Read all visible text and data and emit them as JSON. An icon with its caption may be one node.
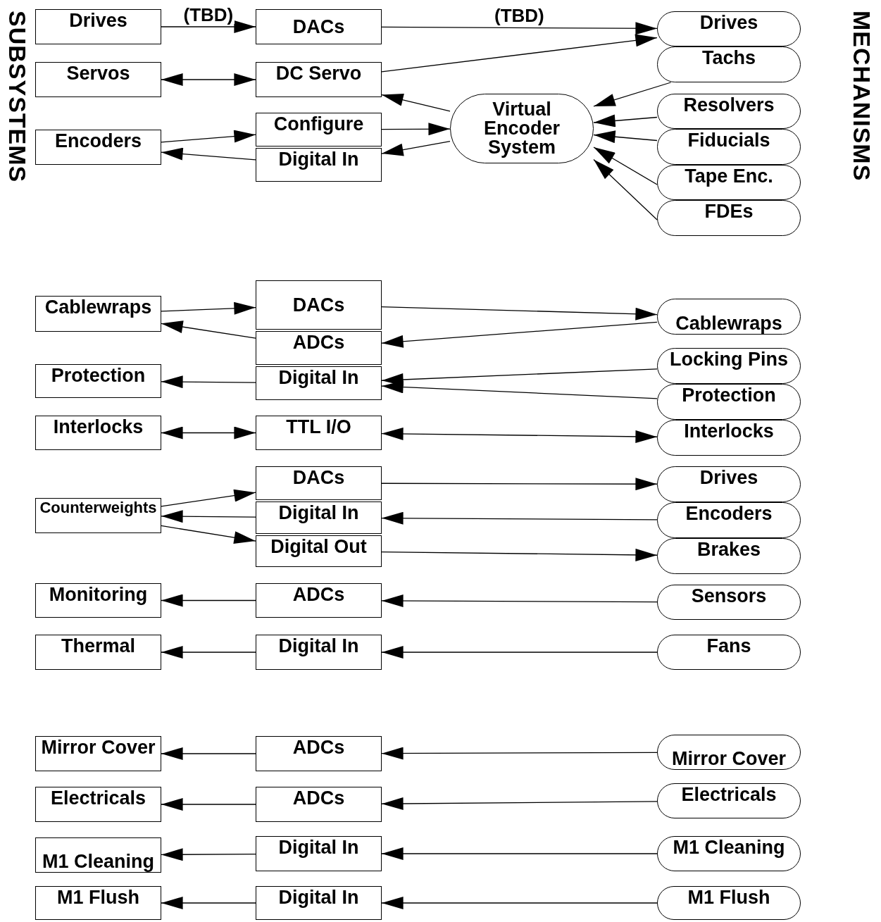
{
  "diagram": {
    "nodes": [
      {
        "text": [
          "Drives"
        ]
      },
      {
        "text": [
          "DACs"
        ]
      },
      {
        "text": [
          "Drives"
        ]
      },
      {
        "text": [
          "Servos"
        ]
      },
      {
        "text": [
          "DC Servo"
        ]
      },
      {
        "text": [
          "Tachs"
        ]
      },
      {
        "text": [
          "Encoders"
        ]
      },
      {
        "text": [
          "Configure"
        ]
      },
      {
        "text": [
          "Virtual Encoder System"
        ]
      },
      {
        "text": [
          "Resolvers"
        ]
      },
      {
        "text": [
          "Digital In"
        ]
      },
      {
        "text": [
          "Fiducials"
        ]
      },
      {
        "text": [
          "Tape Enc."
        ]
      },
      {
        "text": [
          "FDEs"
        ]
      },
      {
        "text": [
          "Cablewraps"
        ]
      },
      {
        "text": [
          "DACs"
        ]
      },
      {
        "text": [
          "Cablewraps"
        ]
      },
      {
        "text": [
          "ADCs"
        ]
      },
      {
        "text": [
          "Protection"
        ]
      },
      {
        "text": [
          "Digital In"
        ]
      },
      {
        "text": [
          "Locking Pins"
        ]
      },
      {
        "text": [
          "Protection"
        ]
      },
      {
        "text": [
          "Interlocks"
        ]
      },
      {
        "text": [
          "TTL I/O"
        ]
      },
      {
        "text": [
          "Interlocks"
        ]
      },
      {
        "text": [
          "DACs"
        ]
      },
      {
        "text": [
          "Drives"
        ]
      },
      {
        "text": [
          "Counterweights"
        ]
      },
      {
        "text": [
          "Digital In"
        ]
      },
      {
        "text": [
          "Encoders"
        ]
      },
      {
        "text": [
          "Digital Out"
        ]
      },
      {
        "text": [
          "Brakes"
        ]
      },
      {
        "text": [
          "Monitoring"
        ]
      },
      {
        "text": [
          "ADCs"
        ]
      },
      {
        "text": [
          "Sensors"
        ]
      },
      {
        "text": [
          "Thermal"
        ]
      },
      {
        "text": [
          "Digital In"
        ]
      },
      {
        "text": [
          "Fans"
        ]
      },
      {
        "text": [
          "Mirror Cover"
        ]
      },
      {
        "text": [
          "ADCs"
        ]
      },
      {
        "text": [
          "Mirror Cover"
        ]
      },
      {
        "text": [
          "Electricals"
        ]
      },
      {
        "text": [
          "ADCs"
        ]
      },
      {
        "text": [
          "Electricals"
        ]
      },
      {
        "text": [
          "M1 Cleaning"
        ]
      },
      {
        "text": [
          "Digital In"
        ]
      },
      {
        "text": [
          "M1 Cleaning"
        ]
      },
      {
        "text": [
          "M1 Flush"
        ]
      },
      {
        "text": [
          "Digital In"
        ]
      },
      {
        "text": [
          "M1 Flush"
        ]
      }
    ],
    "edges": [
      {
        "from": 0,
        "to": 1,
        "arrow": "to",
        "label": "(TBD)"
      },
      {
        "from": 1,
        "to": 2,
        "arrow": "to",
        "label": "(TBD)"
      },
      {
        "from": 4,
        "to": 2,
        "arrow": "to"
      },
      {
        "from": 3,
        "to": 4,
        "arrow": "both"
      },
      {
        "from": 8,
        "to": 4,
        "arrow": "to"
      },
      {
        "from": 6,
        "to": 7,
        "arrow": "to"
      },
      {
        "from": 7,
        "to": 8,
        "arrow": "to"
      },
      {
        "from": 8,
        "to": 10,
        "arrow": "to"
      },
      {
        "from": 10,
        "to": 6,
        "arrow": "to"
      },
      {
        "from": 5,
        "to": 8,
        "arrow": "to"
      },
      {
        "from": 9,
        "to": 8,
        "arrow": "to"
      },
      {
        "from": 11,
        "to": 8,
        "arrow": "to"
      },
      {
        "from": 12,
        "to": 8,
        "arrow": "to"
      },
      {
        "from": 13,
        "to": 8,
        "arrow": "to"
      },
      {
        "from": 14,
        "to": 15,
        "arrow": "to"
      },
      {
        "from": 17,
        "to": 14,
        "arrow": "to"
      },
      {
        "from": 15,
        "to": 16,
        "arrow": "to"
      },
      {
        "from": 16,
        "to": 17,
        "arrow": "to"
      },
      {
        "from": 19,
        "to": 18,
        "arrow": "to"
      },
      {
        "from": 20,
        "to": 19,
        "arrow": "to"
      },
      {
        "from": 21,
        "to": 19,
        "arrow": "to"
      },
      {
        "from": 22,
        "to": 23,
        "arrow": "both"
      },
      {
        "from": 23,
        "to": 24,
        "arrow": "both"
      },
      {
        "from": 27,
        "to": 25,
        "arrow": "to"
      },
      {
        "from": 28,
        "to": 27,
        "arrow": "to"
      },
      {
        "from": 27,
        "to": 30,
        "arrow": "to"
      },
      {
        "from": 25,
        "to": 26,
        "arrow": "to"
      },
      {
        "from": 29,
        "to": 28,
        "arrow": "to"
      },
      {
        "from": 30,
        "to": 31,
        "arrow": "to"
      },
      {
        "from": 33,
        "to": 32,
        "arrow": "to"
      },
      {
        "from": 34,
        "to": 33,
        "arrow": "to"
      },
      {
        "from": 36,
        "to": 35,
        "arrow": "to"
      },
      {
        "from": 37,
        "to": 36,
        "arrow": "to"
      },
      {
        "from": 39,
        "to": 38,
        "arrow": "to"
      },
      {
        "from": 40,
        "to": 39,
        "arrow": "to"
      },
      {
        "from": 42,
        "to": 41,
        "arrow": "to"
      },
      {
        "from": 43,
        "to": 42,
        "arrow": "to"
      },
      {
        "from": 45,
        "to": 44,
        "arrow": "to"
      },
      {
        "from": 46,
        "to": 45,
        "arrow": "to"
      },
      {
        "from": 48,
        "to": 47,
        "arrow": "to"
      },
      {
        "from": 49,
        "to": 48,
        "arrow": "to"
      }
    ],
    "labels": [
      "SUBSYSTEMS",
      "MECHANISMS"
    ]
  }
}
